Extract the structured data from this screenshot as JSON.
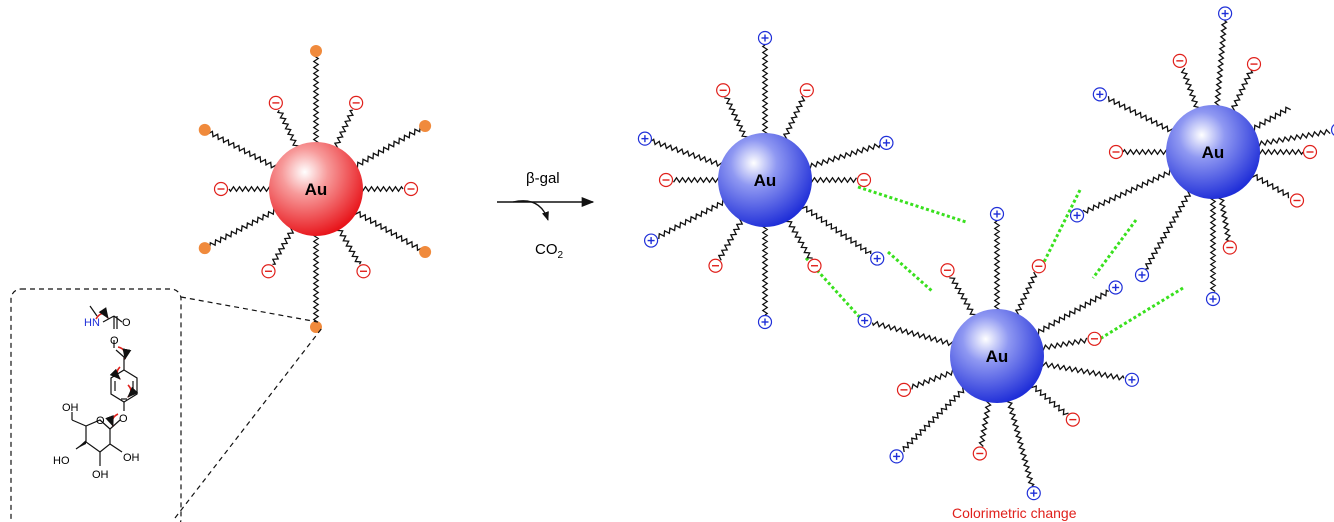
{
  "reaction": {
    "enzyme": "β-gal",
    "byproduct_main": "CO",
    "byproduct_sub": "2"
  },
  "core": {
    "label": "Au"
  },
  "caption": "Colorimetric change",
  "molecule": {
    "hn": "HN",
    "o_carbonyl": "O",
    "o_ester": "O",
    "o_aryl": "O",
    "o_ring": "O",
    "oh_ch2": "OH",
    "ho_left": "HO",
    "oh_right": "OH",
    "oh_bottom": "OH"
  },
  "colors": {
    "anionic_core": "#e8141a",
    "cationic_core": "#1f2ed8",
    "negative_charge": "#e0201b",
    "positive_charge": "#1f2fd8",
    "terminal_group": "#f08a3c",
    "electrostatic_link": "#39e01e"
  }
}
